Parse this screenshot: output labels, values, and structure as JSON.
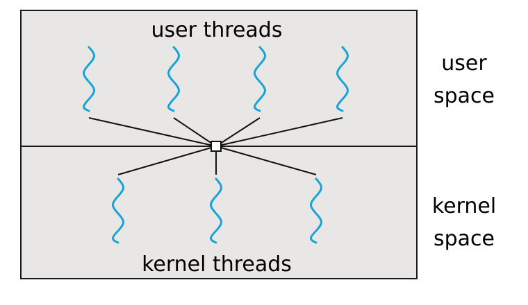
{
  "diagram": {
    "user_threads_label": "user threads",
    "kernel_threads_label": "kernel threads",
    "user_space_label": [
      "user",
      "space"
    ],
    "kernel_space_label": [
      "kernel",
      "space"
    ]
  },
  "colors": {
    "panel_fill": "#e8e7e5",
    "border": "#1a1a1a",
    "thread_stroke": "#1aa3d8",
    "connector": "#111111",
    "node_fill": "#ffffff"
  },
  "icons": {
    "user_thread": "wavy-thread-icon",
    "kernel_thread": "wavy-thread-icon",
    "mapping_node": "square-node-icon"
  }
}
